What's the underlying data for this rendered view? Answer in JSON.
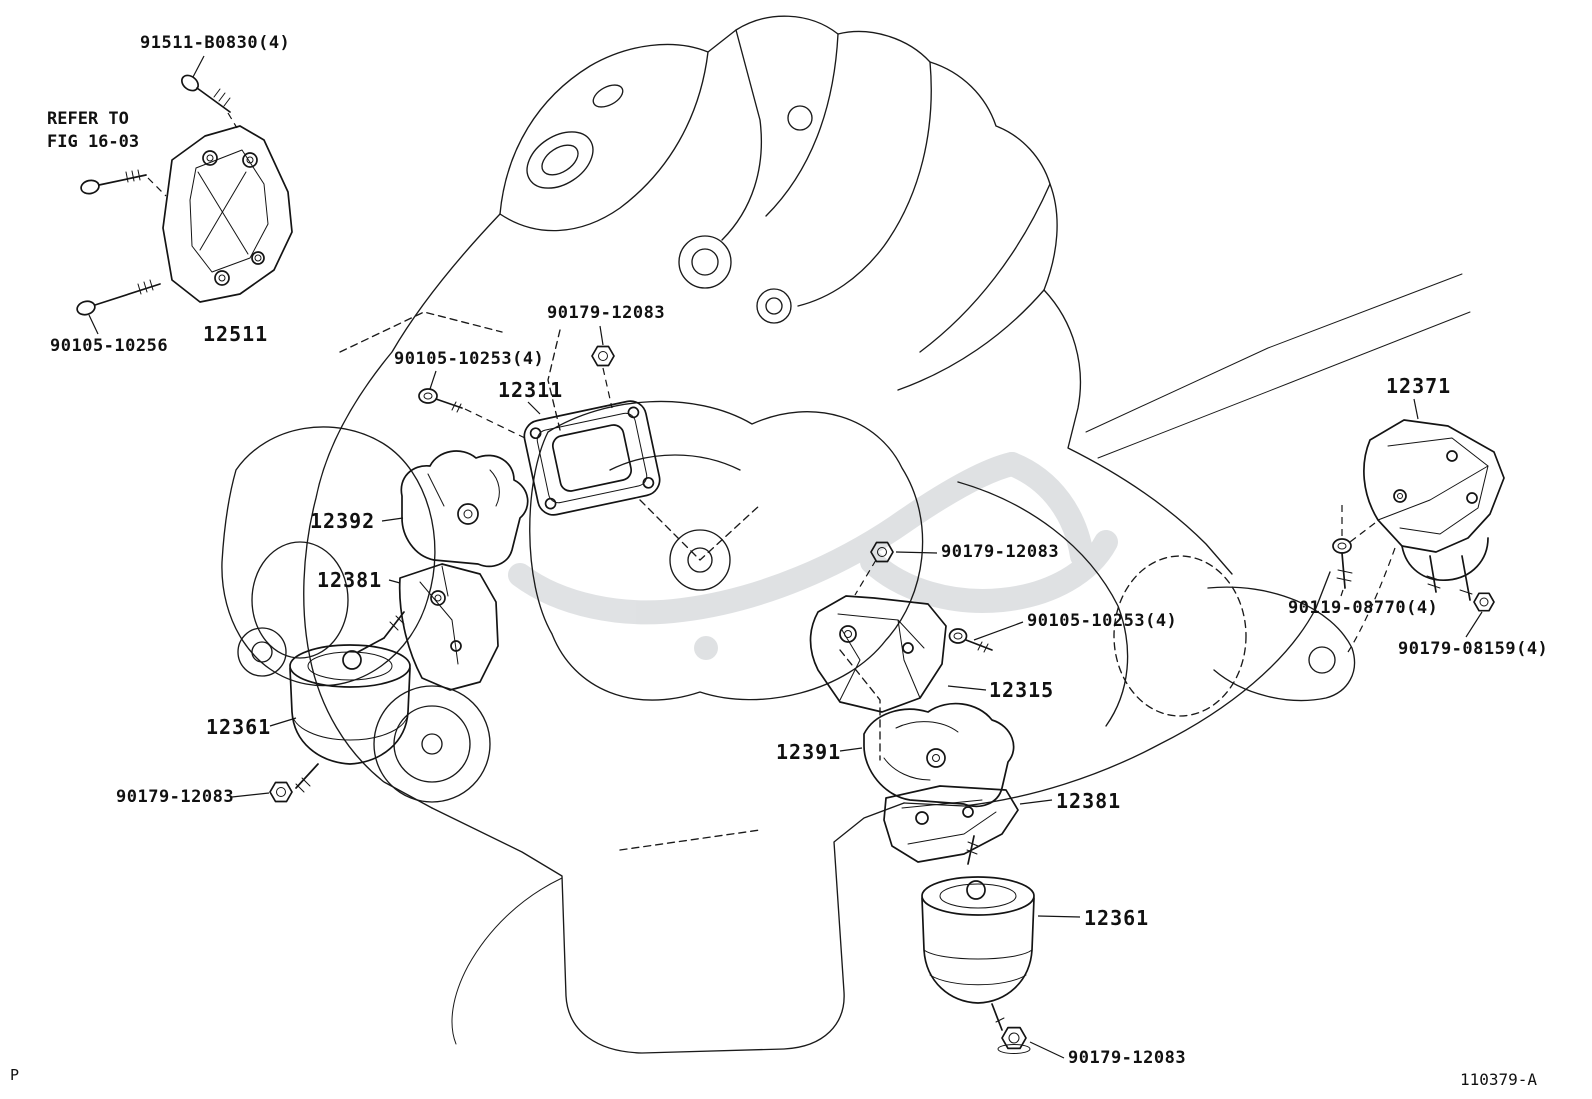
{
  "page": {
    "page_letter": "P",
    "drawing_number": "110379-A"
  },
  "note": {
    "line1": "REFER TO",
    "line2": "FIG 16-03"
  },
  "labels": {
    "bolt_91511_b0830": "91511-B0830(4)",
    "bolt_90105_10256": "90105-10256",
    "bracket_12511": "12511",
    "bolt_90105_10253_front": "90105-10253(4)",
    "nut_90179_12083_top": "90179-12083",
    "gasket_12311": "12311",
    "insulator_12392": "12392",
    "bracket_12381_front": "12381",
    "nut_90179_12083_mid": "90179-12083",
    "bolt_90105_10253_rear": "90105-10253(4)",
    "bracket_12315": "12315",
    "mount_12361_front": "12361",
    "insulator_12391": "12391",
    "nut_90179_12083_front": "90179-12083",
    "bracket_12381_rear": "12381",
    "mount_12371": "12371",
    "bolt_90119_08770": "90119-08770(4)",
    "nut_90179_08159": "90179-08159(4)",
    "mount_12361_rear": "12361",
    "nut_90179_12083_rear": "90179-12083"
  },
  "colors": {
    "ink": "#1a1a1a",
    "watermark": "#c6cacd"
  }
}
